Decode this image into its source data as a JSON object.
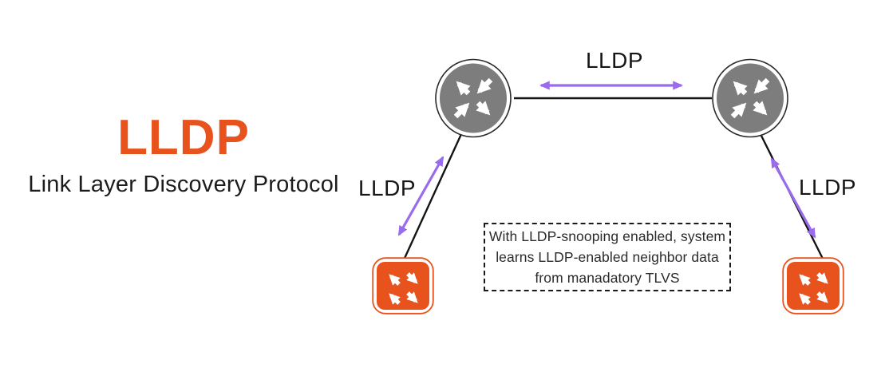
{
  "title": {
    "heading": "LLDP",
    "subtitle": "Link Layer Discovery Protocol"
  },
  "diagram": {
    "link_labels": {
      "top": "LLDP",
      "left": "LLDP",
      "right": "LLDP"
    },
    "note": {
      "lines": [
        "With LLDP-snooping enabled, system",
        "learns LLDP-enabled neighbor data",
        "from manadatory TLVS"
      ]
    },
    "nodes": {
      "router_left": "router",
      "router_right": "router",
      "switch_left": "switch",
      "switch_right": "switch"
    },
    "icons": {
      "router": "router-arrows-icon",
      "switch": "switch-arrows-icon"
    }
  },
  "colors": {
    "accent_orange": "#E8531D",
    "arrow_purple": "#9A6BEC",
    "router_gray": "#7D7D7D",
    "line_black": "#141414",
    "text_dark": "#1C1C1C"
  }
}
